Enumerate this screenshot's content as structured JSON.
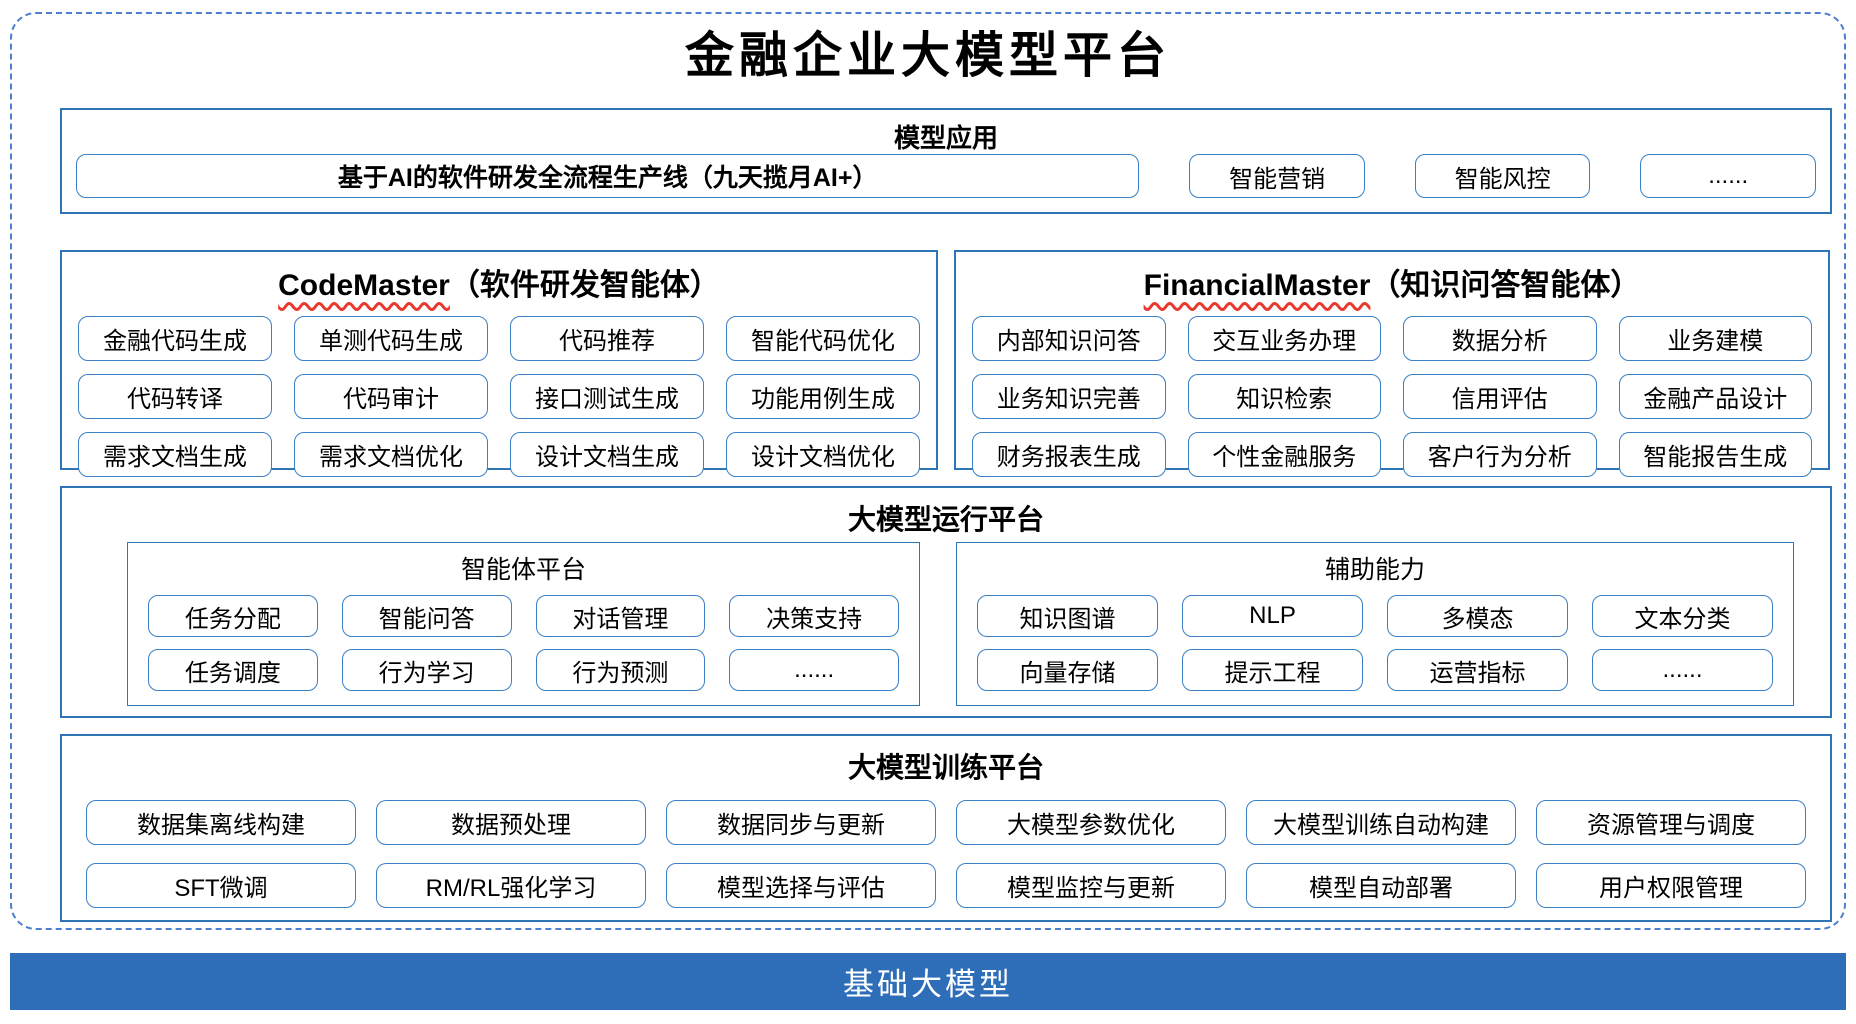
{
  "title": "金融企业大模型平台",
  "colors": {
    "dashed_border": "#4d7fd0",
    "section_border": "#2e75b6",
    "chip_border": "#3b7fc4",
    "squiggle": "#e8392e",
    "base_bar": "#2e6db8",
    "bar_text": "#ffffff",
    "text": "#000000"
  },
  "sections": {
    "model_app": {
      "title": "模型应用",
      "pipeline": "基于AI的软件研发全流程生产线（九天揽月AI+）",
      "items": [
        "智能营销",
        "智能风控",
        "......"
      ]
    },
    "code_master": {
      "title_en": "CodeMaster",
      "title_zh": "（软件研发智能体）",
      "items": [
        "金融代码生成",
        "单测代码生成",
        "代码推荐",
        "智能代码优化",
        "代码转译",
        "代码审计",
        "接口测试生成",
        "功能用例生成",
        "需求文档生成",
        "需求文档优化",
        "设计文档生成",
        "设计文档优化"
      ]
    },
    "financial_master": {
      "title_en": "FinancialMaster",
      "title_zh": "（知识问答智能体）",
      "items": [
        "内部知识问答",
        "交互业务办理",
        "数据分析",
        "业务建模",
        "业务知识完善",
        "知识检索",
        "信用评估",
        "金融产品设计",
        "财务报表生成",
        "个性金融服务",
        "客户行为分析",
        "智能报告生成"
      ]
    },
    "runtime": {
      "title": "大模型运行平台",
      "agent_platform": {
        "title": "智能体平台",
        "items": [
          "任务分配",
          "智能问答",
          "对话管理",
          "决策支持",
          "任务调度",
          "行为学习",
          "行为预测",
          "......"
        ]
      },
      "aux": {
        "title": "辅助能力",
        "items": [
          "知识图谱",
          "NLP",
          "多模态",
          "文本分类",
          "向量存储",
          "提示工程",
          "运营指标",
          "......"
        ]
      }
    },
    "training": {
      "title": "大模型训练平台",
      "items": [
        "数据集离线构建",
        "数据预处理",
        "数据同步与更新",
        "大模型参数优化",
        "大模型训练自动构建",
        "资源管理与调度",
        "SFT微调",
        "RM/RL强化学习",
        "模型选择与评估",
        "模型监控与更新",
        "模型自动部署",
        "用户权限管理"
      ]
    },
    "base_model": {
      "title": "基础大模型"
    }
  }
}
